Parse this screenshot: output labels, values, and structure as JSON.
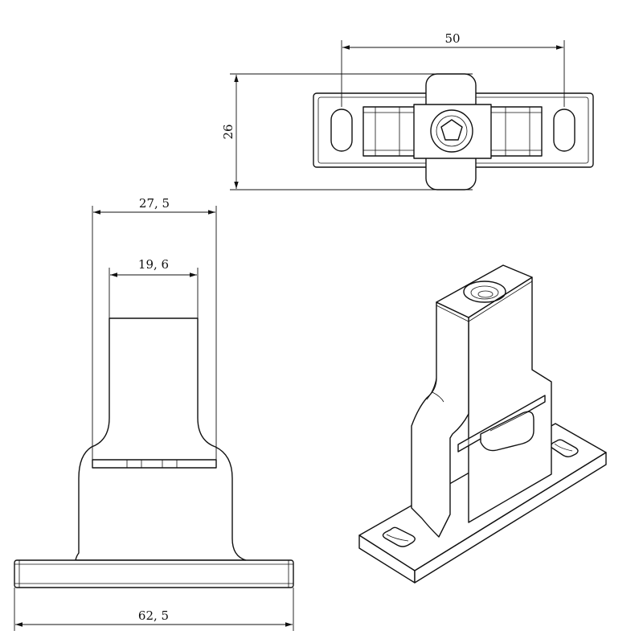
{
  "dimensions": {
    "top_width": "50",
    "top_height": "26",
    "front_overall_width": "27, 5",
    "front_head_width": "19, 6",
    "front_base_width": "62, 5"
  }
}
